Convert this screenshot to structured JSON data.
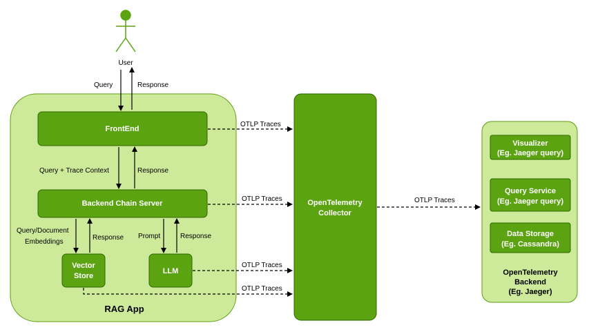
{
  "colors": {
    "container_fill": "#cde99a",
    "container_stroke": "#5d9d12",
    "box_fill": "#5ba310",
    "box_stroke": "#2e6b00",
    "actor": "#5ba310"
  },
  "user": {
    "label": "User",
    "icon": "person-icon"
  },
  "edges": {
    "query": "Query",
    "response_user": "Response",
    "query_trace_context": "Query + Trace Context",
    "response_frontend": "Response",
    "query_doc_embeddings_line1": "Query/Document",
    "query_doc_embeddings_line2": "Embeddings",
    "response_vector": "Response",
    "prompt": "Prompt",
    "response_llm": "Response",
    "otlp_frontend": "OTLP Traces",
    "otlp_backend": "OTLP Traces",
    "otlp_llm": "OTLP Traces",
    "otlp_vector": "OTLP Traces",
    "otlp_collector": "OTLP Traces"
  },
  "rag_app": {
    "title": "RAG App",
    "frontend": "FrontEnd",
    "backend_chain_server": "Backend Chain Server",
    "vector_store_line1": "Vector",
    "vector_store_line2": "Store",
    "llm": "LLM"
  },
  "collector": {
    "line1": "OpenTelemetry",
    "line2": "Collector"
  },
  "backend": {
    "visualizer_line1": "Visualizer",
    "visualizer_line2": "(Eg. Jaeger query)",
    "query_service_line1": "Query Service",
    "query_service_line2": "(Eg. Jaeger query)",
    "data_storage_line1": "Data Storage",
    "data_storage_line2": "(Eg. Cassandra)",
    "title_line1": "OpenTelemetry",
    "title_line2": "Backend",
    "title_line3": "(Eg. Jaeger)"
  }
}
